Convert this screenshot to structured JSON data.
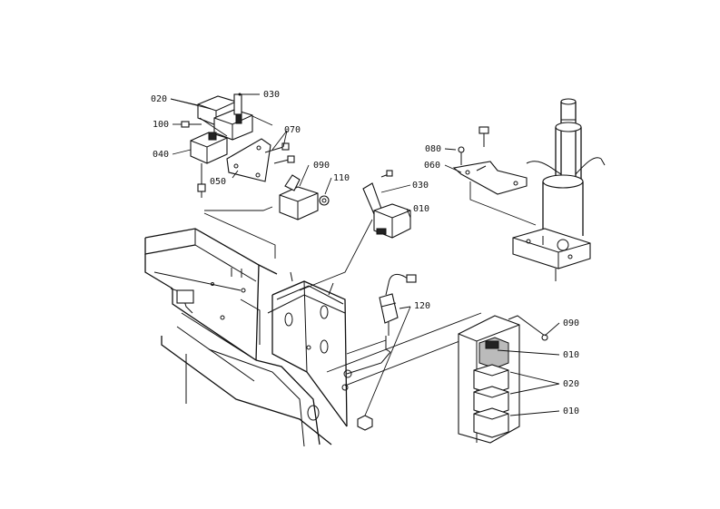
{
  "callouts": {
    "c020_top": "020",
    "c030_top": "030",
    "c100": "100",
    "c040": "040",
    "c070": "070",
    "c050": "050",
    "c090_mid": "090",
    "c110": "110",
    "c080": "080",
    "c060": "060",
    "c030_mid": "030",
    "c010_mid": "010",
    "c120": "120",
    "c090_box": "090",
    "c010_box1": "010",
    "c020_box": "020",
    "c010_box2": "010"
  },
  "colors": {
    "ink": "#111111",
    "paper": "#ffffff"
  }
}
